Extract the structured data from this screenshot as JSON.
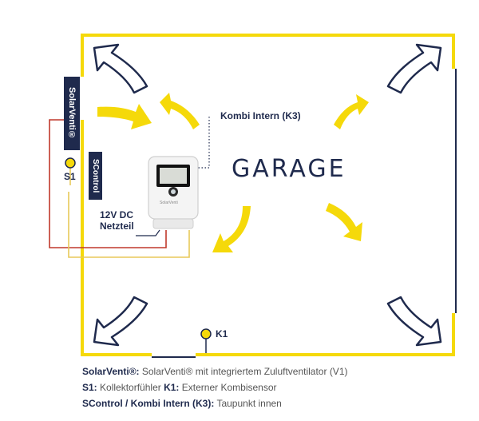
{
  "room_label": "GARAGE",
  "labels": {
    "solarventi": "SolarVenti®",
    "scontrol": "SControl",
    "s1": "S1",
    "k1": "K1",
    "kombi": "Kombi Intern (K3)",
    "power_line1": "12V DC",
    "power_line2": "Netzteil",
    "controller_brand": "SolarVenti"
  },
  "legend": {
    "line1_key": "SolarVenti®:",
    "line1_text": "SolarVenti® mit integriertem Zuluftventilator (V1)",
    "line2_key1": "S1:",
    "line2_text1": "Kollektorfühler",
    "line2_key2": "K1:",
    "line2_text2": "Externer Kombisensor",
    "line3_key": "SControl / Kombi Intern (K3):",
    "line3_text": "Taupunkt innen"
  },
  "colors": {
    "wall": "#f5d90a",
    "navy": "#1f2a4d",
    "arrow_fill": "#f5d90a",
    "wire_red": "#c0392b",
    "wire_yellow": "#e8c95a"
  }
}
